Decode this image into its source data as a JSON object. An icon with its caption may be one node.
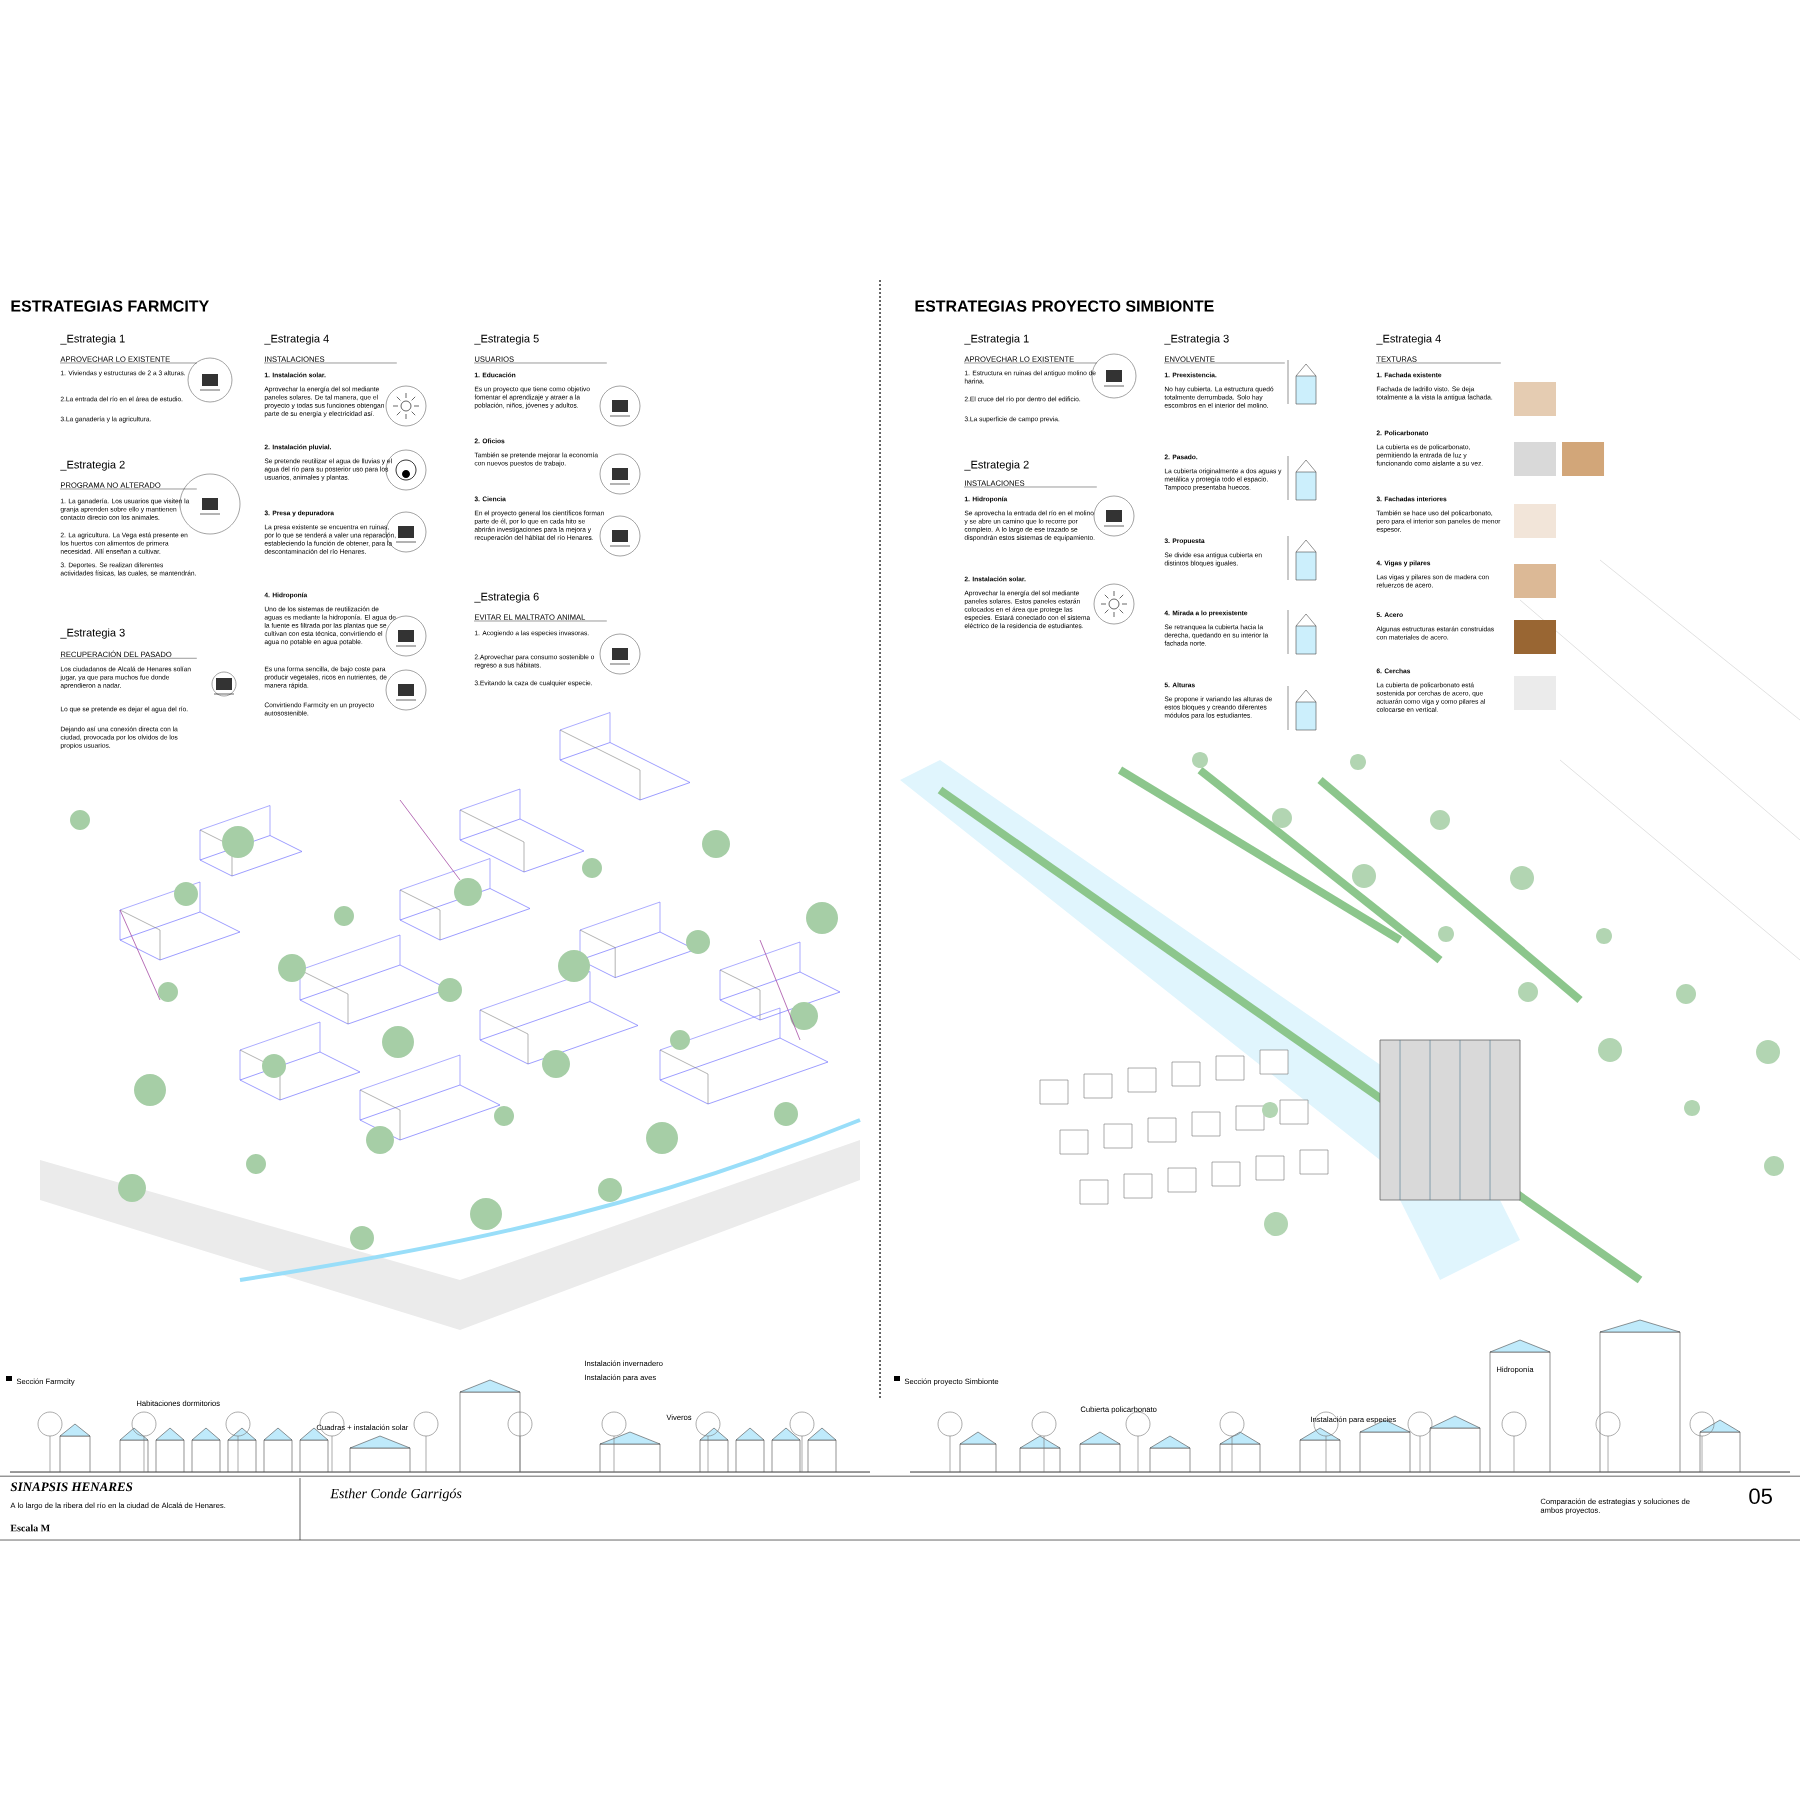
{
  "diagram": {
    "labels": [
      "ESTRATEGIAS FARMCITY",
      "_Estrategia 1",
      "APROVECHAR LO EXISTENTE",
      "1. Viviendas y estructuras de 2 a 3 alturas.",
      "2.La entrada del río en el área de estudio.",
      "3.La ganadería y la agricultura.",
      "_Estrategia 2",
      "PROGRAMA NO ALTERADO",
      "1. La ganadería. Los usuarios que visiten la granja aprenden sobre ello y mantienen contacto directo con los animales.",
      "2. La agricultura. La Vega está presente en los huertos con alimentos de primera necesidad. Allí enseñan a cultivar.",
      "3. Deportes. Se realizan diferentes actividades físicas, las cuales, se mantendrán.",
      "_Estrategia 3",
      "RECUPERACIÓN DEL PASADO",
      "Los ciudadanos de Alcalá de Henares solían jugar, ya que para muchos fue donde aprendieron a nadar.",
      "Lo que se pretende es dejar el agua del río.",
      "Dejando así una conexión directa con la ciudad, provocada por los olvidos de los propios usuarios.",
      "_Estrategia 4",
      "INSTALACIONES",
      "1. Instalación solar.",
      "Aprovechar la energía del sol mediante paneles solares. De tal manera, que el proyecto y todas sus funciones obtengan parte de su energía y electricidad así.",
      "2. Instalación pluvial.",
      "Se pretende reutilizar el agua de lluvias y el agua del río para su posterior uso para los usuarios, animales y plantas.",
      "3. Presa y depuradora",
      "La presa existente se encuentra en ruinas, por lo que se tenderá a valer una reparación, estableciendo la función de obtener, para la descontaminación del río Henares.",
      "4. Hidroponía",
      "Uno de los sistemas de reutilización de aguas es mediante la hidroponía. El agua de la fuente es filtrada por las plantas que se cultivan con esta técnica, convirtiendo el agua no potable en agua potable.",
      "Es una forma sencilla, de bajo coste para producir vegetales, ricos en nutrientes, de manera rápida.",
      "Convirtiendo Farmcity en un proyecto autosostenible.",
      "_Estrategia 5",
      "USUARIOS",
      "1. Educación",
      "Es un proyecto que tiene como objetivo fomentar el aprendizaje y atraer a la población, niños, jóvenes y adultos.",
      "2. Oficios",
      "También se pretende mejorar la economía con nuevos puestos de trabajo.",
      "3. Ciencia",
      "En el proyecto general los científicos forman parte de él, por lo que en cada hito se abrirán investigaciones para la mejora y recuperación del hábitat del río Henares.",
      "_Estrategia 6",
      "EVITAR EL MALTRATO ANIMAL",
      "1. Acogiendo a las especies invasoras.",
      "2.Aprovechar para consumo sostenible o regreso a sus hábitats.",
      "3.Evitando la caza de cualquier especie.",
      "ESTRATEGIAS PROYECTO SIMBIONTE",
      "_Estrategia 1",
      "APROVECHAR LO EXISTENTE",
      "1. Estructura en ruinas del antiguo molino de harina.",
      "2.El cruce del río por dentro del edificio.",
      "3.La superficie de campo previa.",
      "_Estrategia 2",
      "INSTALACIONES",
      "1. Hidroponía",
      "Se aprovecha la entrada del río en el molino y se abre un camino que lo recorre por completo. A lo largo de ese trazado se dispondrán estos sistemas de equipamiento.",
      "2. Instalación solar.",
      "Aprovechar la energía del sol mediante paneles solares. Estos paneles estarán colocados en el área que protege las especies. Estará conectado con el sistema eléctrico de la residencia de estudiantes.",
      "_Estrategia 3",
      "ENVOLVENTE",
      "1. Preexistencia.",
      "No hay cubierta. La estructura quedó totalmente derrumbada. Solo hay escombros en el interior del molino.",
      "2. Pasado.",
      "La cubierta originalmente a dos aguas y metálica y protegía todo el espacio. Tampoco presentaba huecos.",
      "3. Propuesta",
      "Se divide esa antigua cubierta en distintos bloques iguales.",
      "4. Mirada a lo preexistente",
      "Se retranquea la cubierta hacia la derecha, quedando en su interior la fachada norte.",
      "5. Alturas",
      "Se propone ir variando las alturas de estos bloques y creando diferentes módulos para los estudiantes.",
      "_Estrategia 4",
      "TEXTURAS",
      "1. Fachada existente",
      "Fachada de ladrillo visto. Se deja totalmente a la vista la antigua fachada.",
      "2. Policarbonato",
      "La cubierta es de policarbonato, permitiendo la entrada de luz y funcionando como aislante a su vez.",
      "3. Fachadas interiores",
      "También se hace uso del policarbonato, pero para el interior son paneles de menor espesor.",
      "4. Vigas y pilares",
      "Las vigas y pilares son de madera con refuerzos de acero.",
      "5. Acero",
      "Algunas estructuras estarán construidas con materiales de acero.",
      "6. Cerchas",
      "La cubierta de policarbonato está sostenida por cerchas de acero, que actuarán como viga y como pilares al colocarse en vertical.",
      "Sección Farmcity",
      "Habitaciones dormitorios",
      "Cuadras + instalación solar",
      "Instalación invernadero",
      "Instalación para aves",
      "Viveros",
      "Sección proyecto Simbionte",
      "Cubierta policarbonato",
      "Instalación para especies",
      "Hidroponía",
      "SINAPSIS HENARES",
      "A lo largo de la ribera del río en la ciudad de Alcalá de Henares.",
      "Esther Conde Garrigós",
      "Escala M",
      "Comparación de estrategias y soluciones de ambos proyectos.",
      "05"
    ]
  }
}
